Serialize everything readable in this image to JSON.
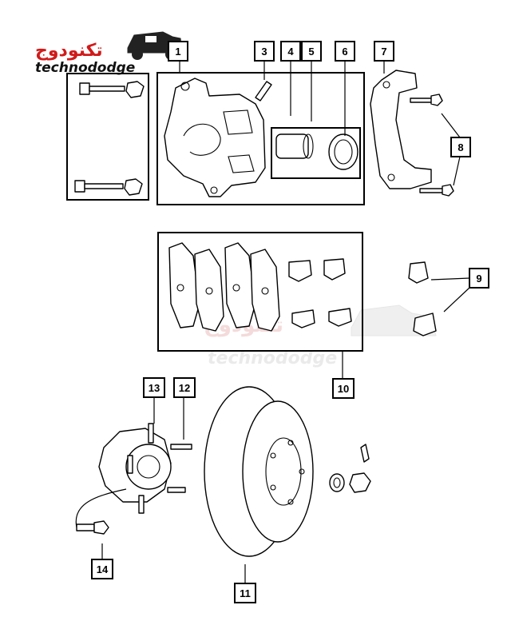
{
  "logo": {
    "arabic": "تكنودوج",
    "english": "technododge"
  },
  "watermark": {
    "arabic": "تكنودوج",
    "english": "technododge"
  },
  "callouts": {
    "c1": "1",
    "c3": "3",
    "c4": "4",
    "c5": "5",
    "c6": "6",
    "c7": "7",
    "c8": "8",
    "c9": "9",
    "c10": "10",
    "c11": "11",
    "c12": "12",
    "c13": "13",
    "c14": "14"
  }
}
